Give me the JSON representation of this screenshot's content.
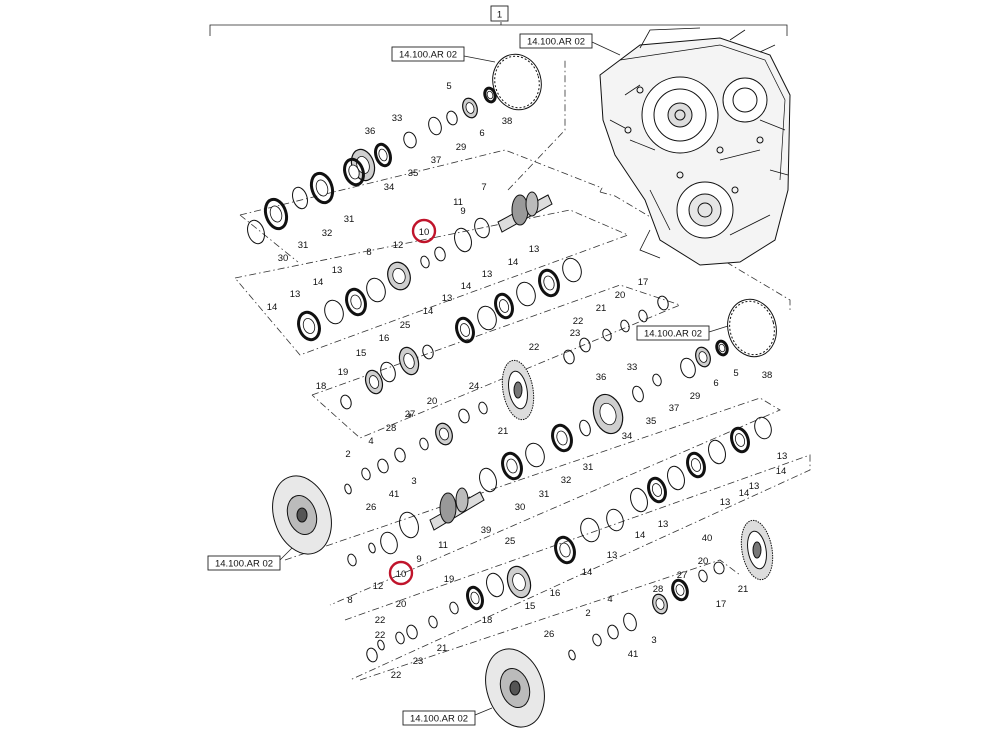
{
  "diagram": {
    "assembly_label": "1",
    "reference_code": "14.100.AR 02",
    "highlighted_part": "10",
    "highlight_color": "#c0142b"
  }
}
